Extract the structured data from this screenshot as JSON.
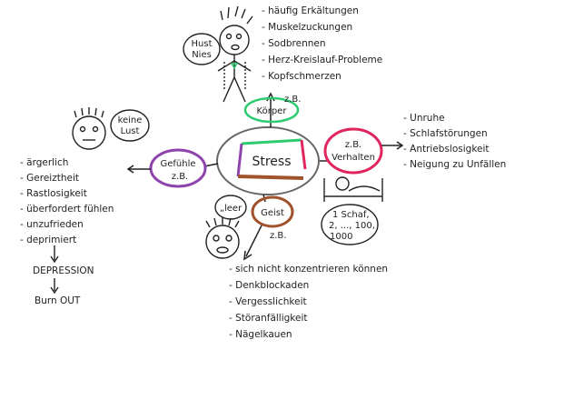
{
  "center": {
    "label": "Stress"
  },
  "body": {
    "label": "Körper",
    "zb": "z.B.",
    "speech": [
      "Hust",
      "Nies"
    ],
    "items": [
      "häufig Erkältungen",
      "Muskelzuckungen",
      "Sodbrennen",
      "Herz-Kreislauf-Probleme",
      "Kopfschmerzen"
    ]
  },
  "behavior": {
    "zb": "z.B.",
    "label": "Verhalten",
    "items": [
      "Unruhe",
      "Schlafstörungen",
      "Antriebslosigkeit",
      "Neigung zu Unfällen"
    ],
    "counting": [
      "1 Schaf,",
      "2, ..., 100,",
      "1000"
    ]
  },
  "feelings": {
    "label": "Gefühle",
    "zb": "z.B.",
    "speech": [
      "keine",
      "Lust"
    ],
    "items": [
      "ärgerlich",
      "Gereiztheit",
      "Rastlosigkeit",
      "überfordert fühlen",
      "unzufrieden",
      "deprimiert"
    ],
    "depression": "DEPRESSION",
    "burnout": "Burn OUT"
  },
  "mind": {
    "label": "Geist",
    "zb": "z.B.",
    "speech": "„leer",
    "items": [
      "sich nicht konzentrieren können",
      "Denkblockaden",
      "Vergesslichkeit",
      "Störanfälligkeit",
      "Nägelkauen"
    ]
  },
  "colors": {
    "body": "#2ecc71",
    "behavior": "#e0245e",
    "feelings": "#8e44ad",
    "mind": "#a0522d",
    "ink": "#222222"
  }
}
